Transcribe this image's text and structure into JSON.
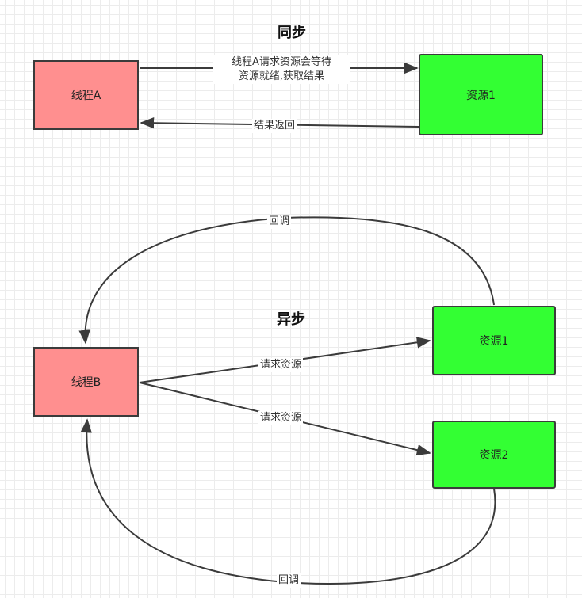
{
  "sync": {
    "title": "同步",
    "thread": "线程A",
    "resource": "资源1",
    "request_line1": "线程A请求资源会等待",
    "request_line2": "资源就绪,获取结果",
    "return": "结果返回"
  },
  "async": {
    "title": "异步",
    "thread": "线程B",
    "resource1": "资源1",
    "resource2": "资源2",
    "request1": "请求资源",
    "request2": "请求资源",
    "callback1": "回调",
    "callback2": "回调"
  },
  "colors": {
    "thread_fill": "#ff8f8f",
    "resource_fill": "#33ff33",
    "stroke": "#3b3b3b"
  }
}
